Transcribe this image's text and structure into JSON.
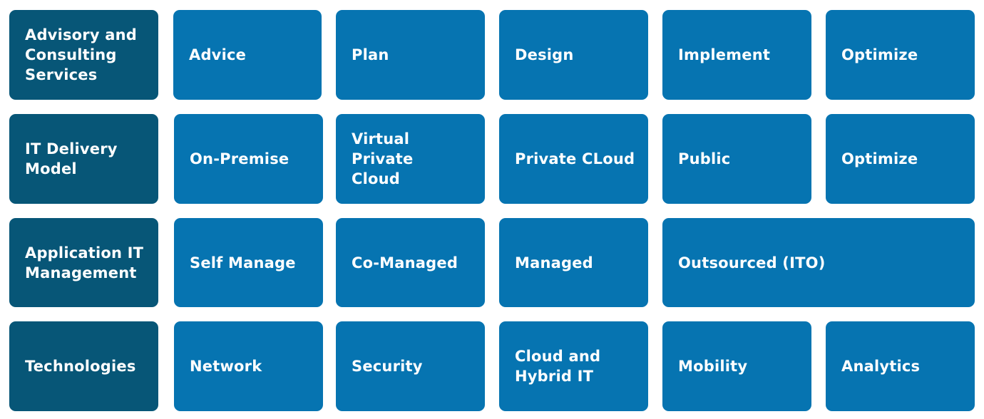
{
  "rows": [
    {
      "header": "Advisory and\nConsulting\nServices",
      "cells": [
        "Advice",
        "Plan",
        "Design",
        "Implement",
        "Optimize"
      ]
    },
    {
      "header": "IT Delivery\nModel",
      "cells": [
        "On-Premise",
        "Virtual Private\nCloud",
        "Private CLoud",
        "Public",
        "Optimize"
      ]
    },
    {
      "header": "Application IT\nManagement",
      "cells": [
        "Self Manage",
        "Co-Managed",
        "Managed",
        "Outsourced (ITO)"
      ]
    },
    {
      "header": "Technologies",
      "cells": [
        "Network",
        "Security",
        "Cloud and\nHybrid IT",
        "Mobility",
        "Analytics"
      ]
    }
  ],
  "colors": {
    "header_fill": "#075677",
    "cell_fill": "#0674b1",
    "text": "#ffffff"
  }
}
